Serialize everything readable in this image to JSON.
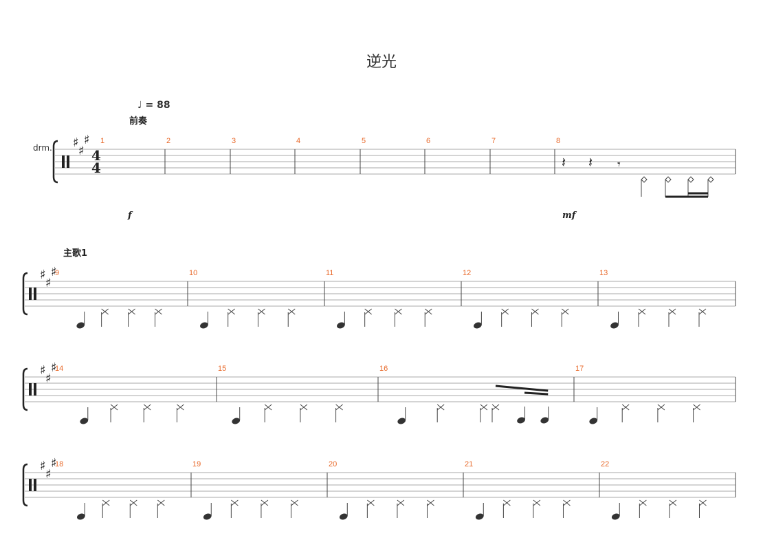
{
  "title": "逆光",
  "tempo": {
    "symbol": "♩",
    "text": "= 88"
  },
  "instrument": "drm.",
  "sections": [
    "前奏",
    "主歌1"
  ],
  "dynamics": [
    "f",
    "mf"
  ],
  "time_signature": {
    "top": "4",
    "bottom": "4"
  },
  "key_signature_sharps": 3,
  "systems": [
    {
      "measures": [
        "1",
        "2",
        "3",
        "4",
        "5",
        "6",
        "7",
        "8"
      ]
    },
    {
      "measures": [
        "9",
        "10",
        "11",
        "12",
        "13"
      ]
    },
    {
      "measures": [
        "14",
        "15",
        "16",
        "17"
      ]
    },
    {
      "measures": [
        "18",
        "19",
        "20",
        "21",
        "22"
      ]
    }
  ]
}
